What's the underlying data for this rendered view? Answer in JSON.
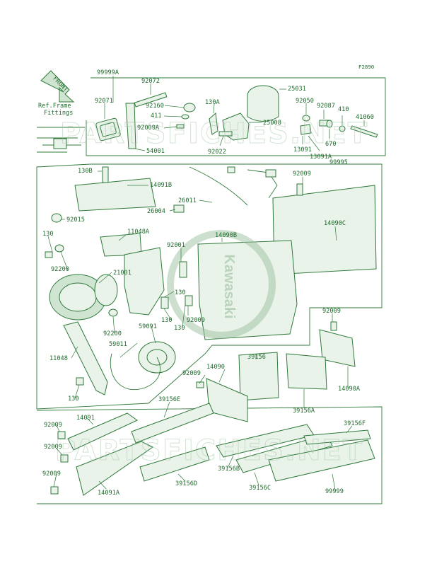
{
  "diagram": {
    "code": "F2890",
    "direction_label": "FRONT",
    "ref_note": [
      "Ref.Frame",
      "Fittings"
    ],
    "watermark": "PARTSFICHES.NET",
    "brand": "Kawasaki"
  },
  "callouts": [
    {
      "id": "c-99999a",
      "text": "99999A"
    },
    {
      "id": "c-92072",
      "text": "92072"
    },
    {
      "id": "c-92071",
      "text": "92071"
    },
    {
      "id": "c-92160",
      "text": "92160"
    },
    {
      "id": "c-411",
      "text": "411"
    },
    {
      "id": "c-130a",
      "text": "130A"
    },
    {
      "id": "c-92009a",
      "text": "92009A"
    },
    {
      "id": "c-25031",
      "text": "25031"
    },
    {
      "id": "c-92050",
      "text": "92050"
    },
    {
      "id": "c-92087",
      "text": "92087"
    },
    {
      "id": "c-410",
      "text": "410"
    },
    {
      "id": "c-41060",
      "text": "41060"
    },
    {
      "id": "c-25008",
      "text": "25008"
    },
    {
      "id": "c-92022",
      "text": "92022"
    },
    {
      "id": "c-54001",
      "text": "54001"
    },
    {
      "id": "c-13091",
      "text": "13091"
    },
    {
      "id": "c-670",
      "text": "670"
    },
    {
      "id": "c-13091a",
      "text": "13091A"
    },
    {
      "id": "c-130b",
      "text": "130B"
    },
    {
      "id": "c-14091b",
      "text": "14091B"
    },
    {
      "id": "c-92009-top",
      "text": "92009"
    },
    {
      "id": "c-99995",
      "text": "99995"
    },
    {
      "id": "c-26011",
      "text": "26011"
    },
    {
      "id": "c-26004",
      "text": "26004"
    },
    {
      "id": "c-92015",
      "text": "92015"
    },
    {
      "id": "c-14090b",
      "text": "14090B"
    },
    {
      "id": "c-14090c",
      "text": "14090C"
    },
    {
      "id": "c-130-a",
      "text": "130"
    },
    {
      "id": "c-11048a",
      "text": "11048A"
    },
    {
      "id": "c-92001",
      "text": "92001"
    },
    {
      "id": "c-92200-a",
      "text": "92200"
    },
    {
      "id": "c-21001",
      "text": "21001"
    },
    {
      "id": "c-130-b",
      "text": "130"
    },
    {
      "id": "c-130-c",
      "text": "130"
    },
    {
      "id": "c-92009-mid",
      "text": "92009"
    },
    {
      "id": "c-130-d",
      "text": "130"
    },
    {
      "id": "c-92200-b",
      "text": "92200"
    },
    {
      "id": "c-59091",
      "text": "59091"
    },
    {
      "id": "c-59011",
      "text": "59011"
    },
    {
      "id": "c-92009-right",
      "text": "92009"
    },
    {
      "id": "c-11048",
      "text": "11048"
    },
    {
      "id": "c-39156-a",
      "text": "39156"
    },
    {
      "id": "c-92009-c",
      "text": "92009"
    },
    {
      "id": "c-14090",
      "text": "14090"
    },
    {
      "id": "c-14090a",
      "text": "14090A"
    },
    {
      "id": "c-130-e",
      "text": "130"
    },
    {
      "id": "c-39156e",
      "text": "39156E"
    },
    {
      "id": "c-39156a",
      "text": "39156A"
    },
    {
      "id": "c-14091",
      "text": "14091"
    },
    {
      "id": "c-92009-d",
      "text": "92009"
    },
    {
      "id": "c-39156f",
      "text": "39156F"
    },
    {
      "id": "c-92009-e",
      "text": "92009"
    },
    {
      "id": "c-92009-f",
      "text": "92009"
    },
    {
      "id": "c-39156b",
      "text": "39156B"
    },
    {
      "id": "c-39156d",
      "text": "39156D"
    },
    {
      "id": "c-14091a",
      "text": "14091A"
    },
    {
      "id": "c-39156c",
      "text": "39156C"
    },
    {
      "id": "c-99999",
      "text": "99999"
    }
  ]
}
